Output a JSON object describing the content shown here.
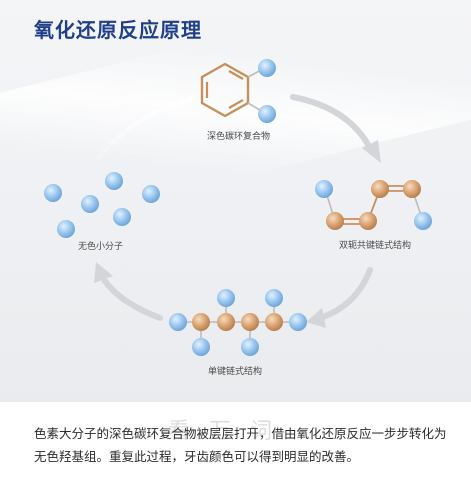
{
  "title": "氧化还原反应原理",
  "labels": {
    "benzene": "深色碳环复合物",
    "conjugated": "双轭共键链式结构",
    "single": "单键链式结构",
    "small": "无色小分子"
  },
  "caption": "色素大分子的深色碳环复合物被层层打开，借由氧化还原反应一步步转化为无色羟基组。重复此过程，牙齿颜色可以得到明显的改善。",
  "watermark": "看 万 词",
  "colors": {
    "title": "#1f3f8a",
    "blue_atom": "#8fc0ea",
    "orange_atom": "#d9a171",
    "arrow": "#d4d6da"
  }
}
